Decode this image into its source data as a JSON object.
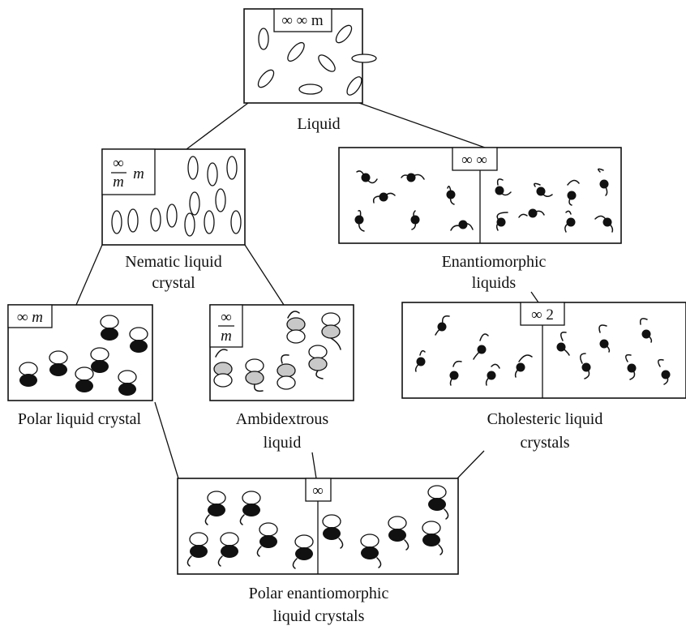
{
  "nodes": {
    "liquid": {
      "label": [
        "Liquid"
      ],
      "symbol": "∞ ∞ m"
    },
    "nematic": {
      "label": [
        "Nematic liquid",
        "crystal"
      ],
      "symbol_num": "∞",
      "symbol_den": "m",
      "symbol_suffix": "m"
    },
    "enantiomorphic": {
      "label": [
        "Enantiomorphic",
        "liquids"
      ],
      "symbol": "∞ ∞"
    },
    "polar": {
      "label": [
        "Polar liquid crystal"
      ],
      "symbol": "∞ m"
    },
    "ambidextrous": {
      "label": [
        "Ambidextrous",
        "liquid"
      ],
      "symbol_num": "∞",
      "symbol_den": "m"
    },
    "cholesteric": {
      "label": [
        "Cholesteric liquid",
        "crystals"
      ],
      "symbol": "∞ 2"
    },
    "polar_enantiomorphic": {
      "label": [
        "Polar enantiomorphic",
        "liquid crystals"
      ],
      "symbol": "∞"
    }
  },
  "colors": {
    "line": "#111111",
    "dark": "#111111",
    "gray": "#c8c8c8",
    "white": "#ffffff"
  }
}
